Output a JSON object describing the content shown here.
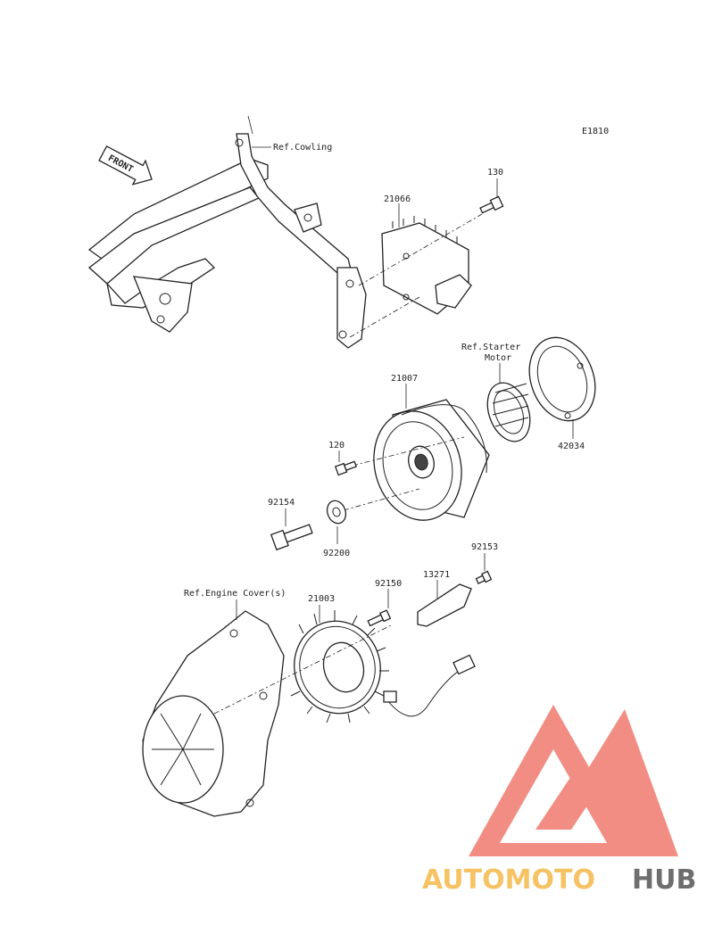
{
  "diagram_code": "E1810",
  "front_label": "FRONT",
  "labels": {
    "ref_cowling": "Ref.Cowling",
    "ref_starter_line1": "Ref.Starter",
    "ref_starter_line2": "Motor",
    "ref_engine_cover": "Ref.Engine Cover(s)"
  },
  "parts": {
    "p130": "130",
    "p21066": "21066",
    "p21007": "21007",
    "p42034": "42034",
    "p120": "120",
    "p92154": "92154",
    "p92200": "92200",
    "p92153": "92153",
    "p13271": "13271",
    "p92150": "92150",
    "p21003": "21003"
  },
  "watermark": {
    "part1": "AUTOMOTO",
    "part2": "HUB",
    "color_primary": "#f07a6e",
    "color_secondary": "#f5b94a",
    "color_dark": "#555555"
  }
}
